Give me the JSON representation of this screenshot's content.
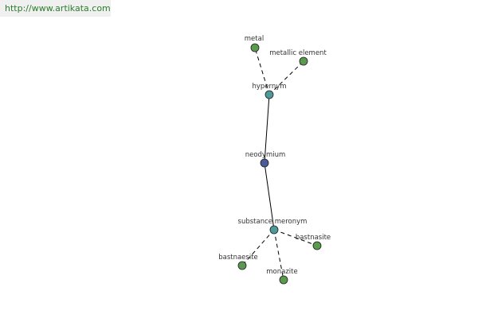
{
  "source": {
    "url_text": "http://www.artikata.com",
    "color": "#2c7c2c"
  },
  "colors": {
    "leaf_node": "#5a9a4e",
    "relation_node": "#4e9a9a",
    "center_node": "#4a5a9a",
    "edge": "#000000"
  },
  "nodes": [
    {
      "id": "metal",
      "label": "metal",
      "kind": "leaf"
    },
    {
      "id": "metallic-element",
      "label": "metallic element",
      "kind": "leaf"
    },
    {
      "id": "hypernym",
      "label": "hypernym",
      "kind": "relation"
    },
    {
      "id": "neodymium",
      "label": "neodymium",
      "kind": "center"
    },
    {
      "id": "substance-meronym",
      "label": "substance meronym",
      "kind": "relation"
    },
    {
      "id": "bastnasite",
      "label": "bastnasite",
      "kind": "leaf"
    },
    {
      "id": "bastnaesite",
      "label": "bastnaesite",
      "kind": "leaf"
    },
    {
      "id": "monazite",
      "label": "monazite",
      "kind": "leaf"
    }
  ],
  "edges": [
    {
      "from": "hypernym",
      "to": "metal",
      "style": "dashed"
    },
    {
      "from": "hypernym",
      "to": "metallic-element",
      "style": "dashed"
    },
    {
      "from": "neodymium",
      "to": "hypernym",
      "style": "solid"
    },
    {
      "from": "neodymium",
      "to": "substance-meronym",
      "style": "solid"
    },
    {
      "from": "substance-meronym",
      "to": "bastnasite",
      "style": "dashed"
    },
    {
      "from": "substance-meronym",
      "to": "bastnaesite",
      "style": "dashed"
    },
    {
      "from": "substance-meronym",
      "to": "monazite",
      "style": "dashed"
    }
  ]
}
